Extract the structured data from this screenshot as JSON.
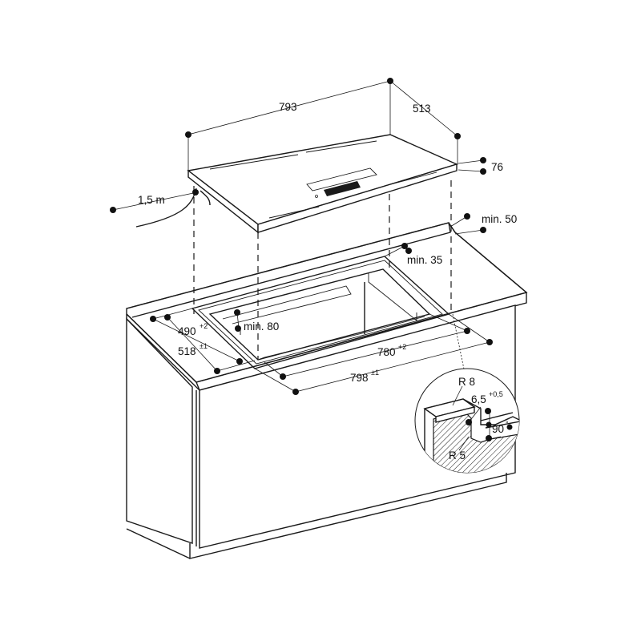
{
  "labels": {
    "width": "793",
    "depth": "513",
    "height": "76",
    "cable": "1,5 m",
    "min50": "min. 50",
    "min35": "min. 35",
    "min80": "min. 80",
    "cut_depth_inner": "490",
    "cut_depth_inner_tol": "+2",
    "cut_depth_outer": "518",
    "cut_depth_outer_tol": "±1",
    "cut_width_inner": "780",
    "cut_width_inner_tol": "+2",
    "cut_width_outer": "798",
    "cut_width_outer_tol": "±1",
    "radius_outer": "R 8",
    "step_depth": "6,5",
    "step_depth_tol": "+0,5",
    "angle": "90",
    "angle_unit": "°",
    "radius_inner": "R 5"
  }
}
